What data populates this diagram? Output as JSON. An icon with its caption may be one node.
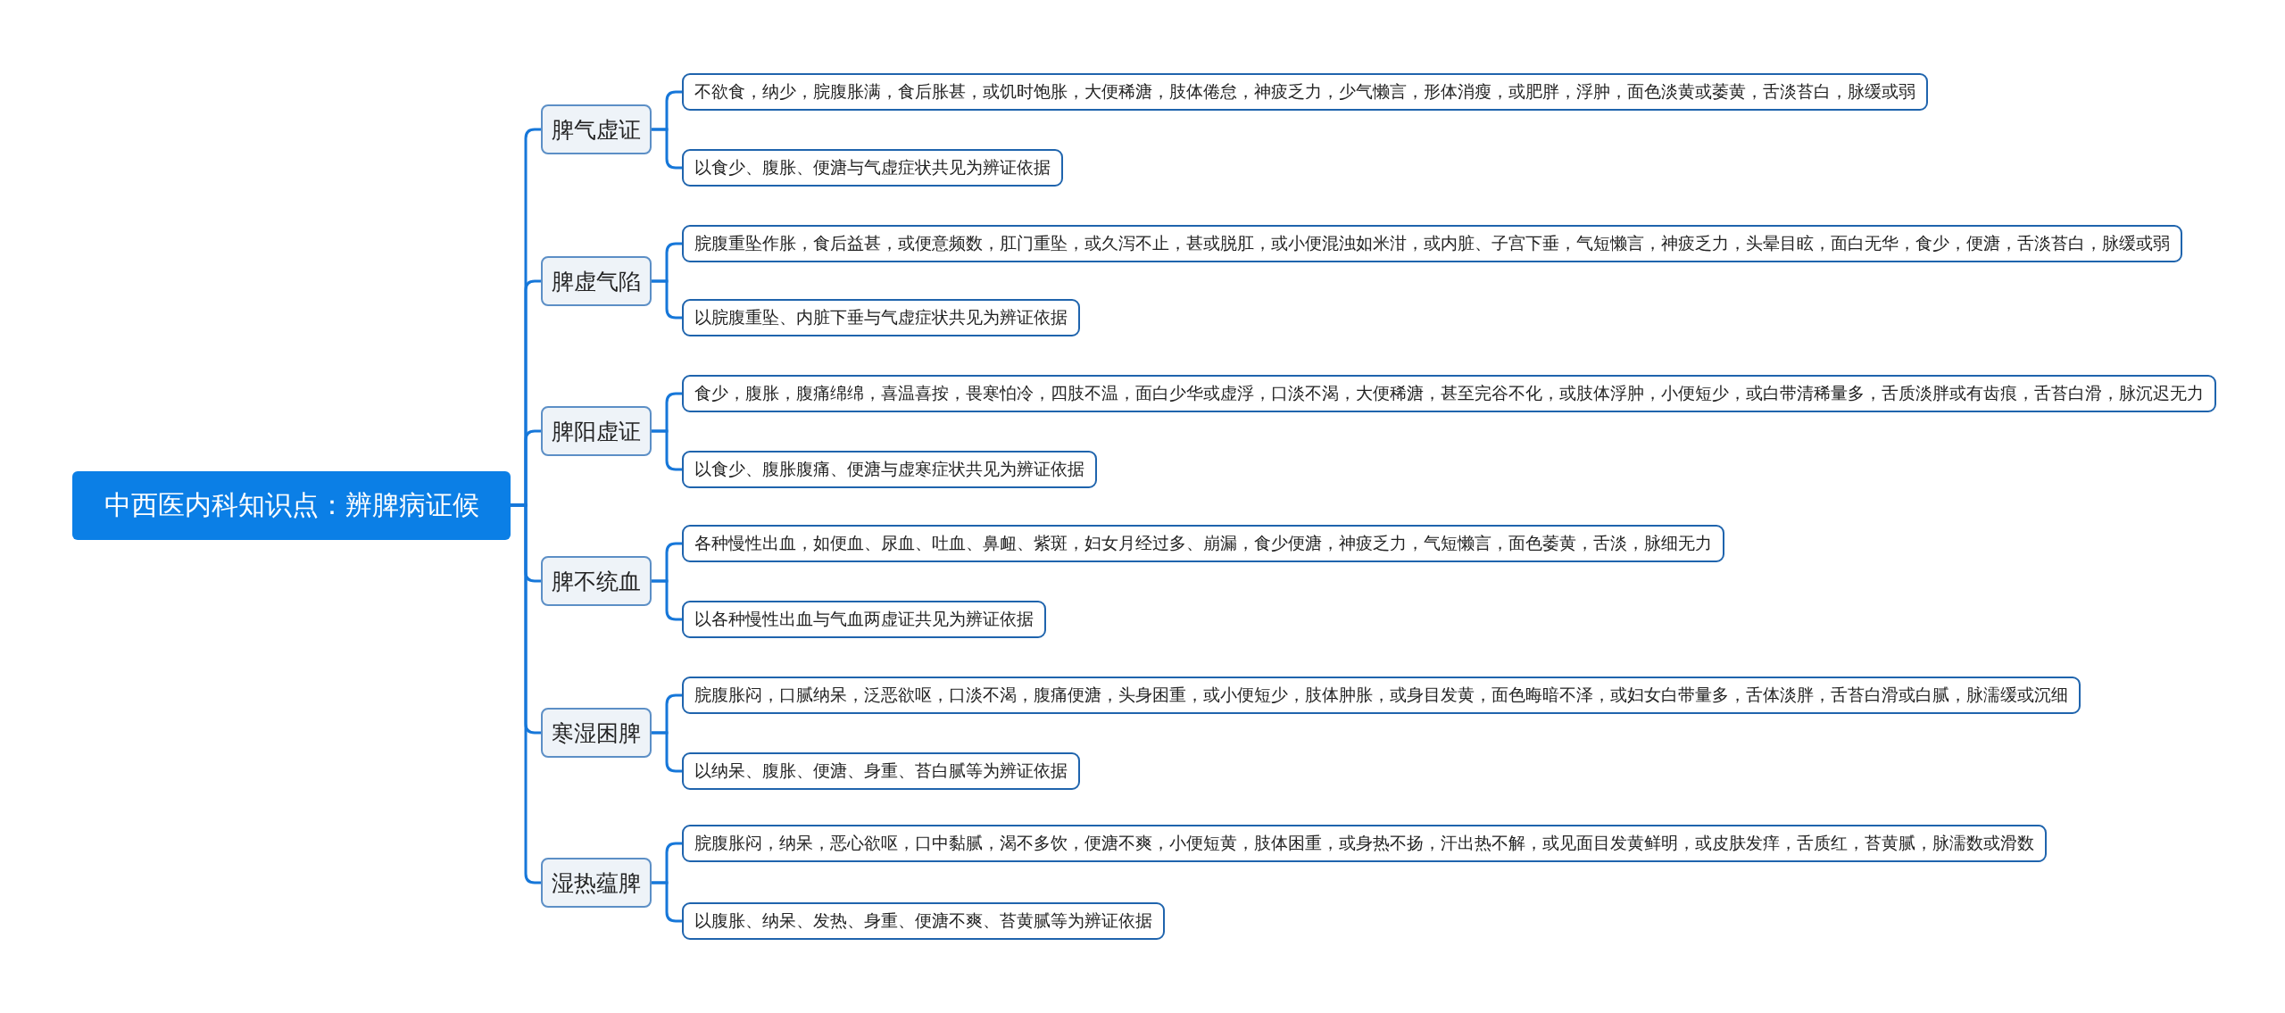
{
  "diagram": {
    "nodes": [
      {
        "text": [
          "中西医内科知识点：辨脾病证候"
        ]
      },
      {
        "text": [
          "脾气虚证"
        ]
      },
      {
        "text": [
          "不欲食，纳少，脘腹胀满，食后胀甚，或饥时饱胀，大便稀溏，肢体倦怠，神疲乏力，少气懒言，形体消瘦，或肥胖，浮肿，面色淡黄或萎黄，舌淡苔白，脉缓或弱"
        ]
      },
      {
        "text": [
          "以食少、腹胀、便溏与气虚症状共见为辨证依据"
        ]
      },
      {
        "text": [
          "脾虚气陷"
        ]
      },
      {
        "text": [
          "脘腹重坠作胀，食后益甚，或便意频数，肛门重坠，或久泻不止，甚或脱肛，或小便混浊如米泔，或内脏、子宫下垂，气短懒言，神疲乏力，头晕目眩，面白无华，食少，便溏，舌淡苔白，脉缓或弱"
        ]
      },
      {
        "text": [
          "以脘腹重坠、内脏下垂与气虚症状共见为辨证依据"
        ]
      },
      {
        "text": [
          "脾阳虚证"
        ]
      },
      {
        "text": [
          "食少，腹胀，腹痛绵绵，喜温喜按，畏寒怕冷，四肢不温，面白少华或虚浮，口淡不渴，大便稀溏，甚至完谷不化，或肢体浮肿，小便短少，或白带清稀量多，舌质淡胖或有齿痕，舌苔白滑，脉沉迟无力"
        ]
      },
      {
        "text": [
          "以食少、腹胀腹痛、便溏与虚寒症状共见为辨证依据"
        ]
      },
      {
        "text": [
          "脾不统血"
        ]
      },
      {
        "text": [
          "各种慢性出血，如便血、尿血、吐血、鼻衄、紫斑，妇女月经过多、崩漏，食少便溏，神疲乏力，气短懒言，面色萎黄，舌淡，脉细无力"
        ]
      },
      {
        "text": [
          "以各种慢性出血与气血两虚证共见为辨证依据"
        ]
      },
      {
        "text": [
          "寒湿困脾"
        ]
      },
      {
        "text": [
          "脘腹胀闷，口腻纳呆，泛恶欲呕，口淡不渴，腹痛便溏，头身困重，或小便短少，肢体肿胀，或身目发黄，面色晦暗不泽，或妇女白带量多，舌体淡胖，舌苔白滑或白腻，脉濡缓或沉细"
        ]
      },
      {
        "text": [
          "以纳呆、腹胀、便溏、身重、苔白腻等为辨证依据"
        ]
      },
      {
        "text": [
          "湿热蕴脾"
        ]
      },
      {
        "text": [
          "脘腹胀闷，纳呆，恶心欲呕，口中黏腻，渴不多饮，便溏不爽，小便短黄，肢体困重，或身热不扬，汗出热不解，或见面目发黄鲜明，或皮肤发痒，舌质红，苔黄腻，脉濡数或滑数"
        ]
      },
      {
        "text": [
          "以腹胀、纳呆、发热、身重、便溏不爽、苔黄腻等为辨证依据"
        ]
      }
    ],
    "edges": [
      {
        "from": 0,
        "to": 1,
        "arrow": "none"
      },
      {
        "from": 1,
        "to": 2,
        "arrow": "none"
      },
      {
        "from": 1,
        "to": 3,
        "arrow": "none"
      },
      {
        "from": 0,
        "to": 4,
        "arrow": "none"
      },
      {
        "from": 4,
        "to": 5,
        "arrow": "none"
      },
      {
        "from": 4,
        "to": 6,
        "arrow": "none"
      },
      {
        "from": 0,
        "to": 7,
        "arrow": "none"
      },
      {
        "from": 7,
        "to": 8,
        "arrow": "none"
      },
      {
        "from": 7,
        "to": 9,
        "arrow": "none"
      },
      {
        "from": 0,
        "to": 10,
        "arrow": "none"
      },
      {
        "from": 10,
        "to": 11,
        "arrow": "none"
      },
      {
        "from": 10,
        "to": 12,
        "arrow": "none"
      },
      {
        "from": 0,
        "to": 13,
        "arrow": "none"
      },
      {
        "from": 13,
        "to": 14,
        "arrow": "none"
      },
      {
        "from": 13,
        "to": 15,
        "arrow": "none"
      },
      {
        "from": 0,
        "to": 16,
        "arrow": "none"
      },
      {
        "from": 16,
        "to": 17,
        "arrow": "none"
      },
      {
        "from": 16,
        "to": 18,
        "arrow": "none"
      }
    ]
  }
}
